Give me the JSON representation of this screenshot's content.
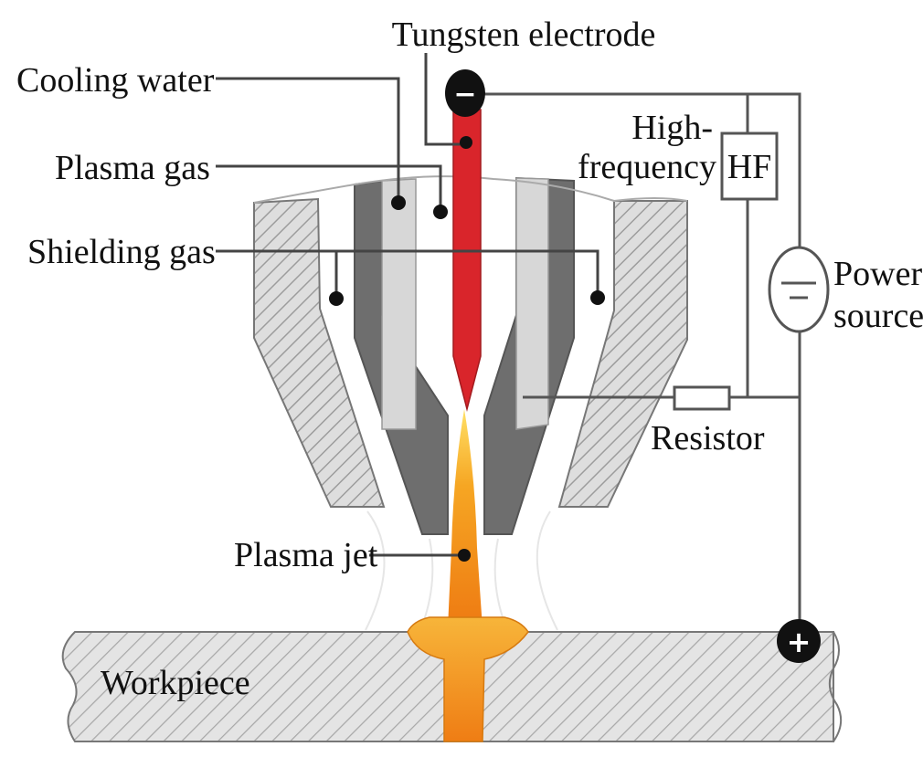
{
  "labels": {
    "tungsten_electrode": "Tungsten electrode",
    "cooling_water": "Cooling water",
    "plasma_gas": "Plasma gas",
    "shielding_gas": "Shielding gas",
    "high_frequency_line1": "High-",
    "high_frequency_line2": "frequency",
    "hf_box": "HF",
    "power_line1": "Power",
    "power_line2": "source",
    "resistor": "Resistor",
    "plasma_jet": "Plasma jet",
    "workpiece": "Workpiece"
  },
  "terminals": {
    "negative": "−",
    "positive": "+"
  },
  "colors": {
    "electrode_red": "#d9252b",
    "plasma_orange": "#f08a16",
    "plasma_yellow": "#ffd84a",
    "nozzle_dark": "#6e6e6e",
    "nozzle_light": "#d5d5d5",
    "hatch_grey": "#bdbdbd"
  }
}
